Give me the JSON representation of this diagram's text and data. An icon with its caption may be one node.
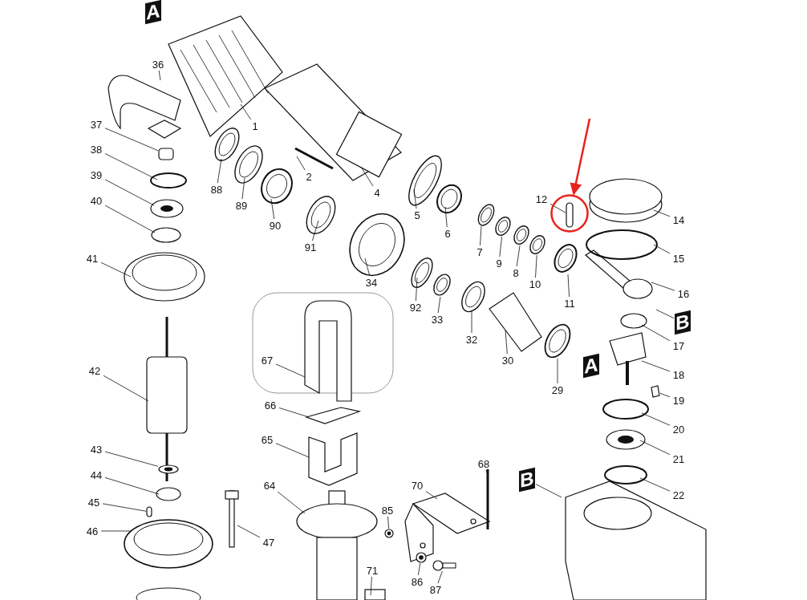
{
  "diagram": {
    "nodes": [
      {
        "text": [
          "A"
        ]
      },
      {
        "text": [
          "36"
        ]
      },
      {
        "text": [
          "1"
        ]
      },
      {
        "text": [
          "37"
        ]
      },
      {
        "text": [
          "38"
        ]
      },
      {
        "text": [
          "2"
        ]
      },
      {
        "text": [
          "88"
        ]
      },
      {
        "text": [
          "4"
        ]
      },
      {
        "text": [
          "39"
        ]
      },
      {
        "text": [
          "12"
        ]
      },
      {
        "text": [
          "89"
        ]
      },
      {
        "text": [
          "5"
        ]
      },
      {
        "text": [
          "40"
        ]
      },
      {
        "text": [
          "14"
        ]
      },
      {
        "text": [
          "90"
        ]
      },
      {
        "text": [
          "6"
        ]
      },
      {
        "text": [
          "91"
        ]
      },
      {
        "text": [
          "7"
        ]
      },
      {
        "text": [
          "9"
        ]
      },
      {
        "text": [
          "15"
        ]
      },
      {
        "text": [
          "8"
        ]
      },
      {
        "text": [
          "41"
        ]
      },
      {
        "text": [
          "34"
        ]
      },
      {
        "text": [
          "10"
        ]
      },
      {
        "text": [
          "16"
        ]
      },
      {
        "text": [
          "11"
        ]
      },
      {
        "text": [
          "92"
        ]
      },
      {
        "text": [
          "33"
        ]
      },
      {
        "text": [
          "32"
        ]
      },
      {
        "text": [
          "B"
        ]
      },
      {
        "text": [
          "17"
        ]
      },
      {
        "text": [
          "30"
        ]
      },
      {
        "text": [
          "67"
        ]
      },
      {
        "text": [
          "42"
        ]
      },
      {
        "text": [
          "A"
        ]
      },
      {
        "text": [
          "18"
        ]
      },
      {
        "text": [
          "29"
        ]
      },
      {
        "text": [
          "19"
        ]
      },
      {
        "text": [
          "66"
        ]
      },
      {
        "text": [
          "20"
        ]
      },
      {
        "text": [
          "65"
        ]
      },
      {
        "text": [
          "43"
        ]
      },
      {
        "text": [
          "21"
        ]
      },
      {
        "text": [
          "68"
        ]
      },
      {
        "text": [
          "44"
        ]
      },
      {
        "text": [
          "B"
        ]
      },
      {
        "text": [
          "70"
        ]
      },
      {
        "text": [
          "64"
        ]
      },
      {
        "text": [
          "22"
        ]
      },
      {
        "text": [
          "45"
        ]
      },
      {
        "text": [
          "85"
        ]
      },
      {
        "text": [
          "46"
        ]
      },
      {
        "text": [
          "47"
        ]
      },
      {
        "text": [
          "71"
        ]
      },
      {
        "text": [
          "86"
        ]
      },
      {
        "text": [
          "87"
        ]
      },
      {
        "text": [],
        "shape": "circle"
      },
      {
        "text": [],
        "shape": "box"
      },
      {
        "text": [],
        "shape": "ring"
      },
      {
        "text": [],
        "shape": "ring"
      },
      {
        "text": [],
        "shape": "ring"
      },
      {
        "text": [],
        "shape": "ring"
      },
      {
        "text": [],
        "shape": "box"
      },
      {
        "text": [],
        "shape": "ring"
      },
      {
        "text": [],
        "shape": "bar"
      },
      {
        "text": [],
        "shape": "ring"
      },
      {
        "text": [],
        "shape": "ring"
      },
      {
        "text": [],
        "shape": "bar"
      },
      {
        "text": [],
        "shape": "bar",
        "in": 56
      }
    ],
    "edges": [
      {
        "from": 1,
        "to": null,
        "arrow": "none"
      },
      {
        "from": 2,
        "to": null,
        "arrow": "none"
      },
      {
        "from": 3,
        "to": 57,
        "arrow": "none"
      },
      {
        "from": 4,
        "to": null,
        "arrow": "none"
      },
      {
        "from": 5,
        "to": null,
        "arrow": "none"
      },
      {
        "from": 6,
        "to": null,
        "arrow": "none"
      },
      {
        "from": 7,
        "to": null,
        "arrow": "none"
      },
      {
        "from": 8,
        "to": null,
        "arrow": "none"
      },
      {
        "from": 9,
        "to": 68,
        "arrow": "none"
      },
      {
        "from": 10,
        "to": null,
        "arrow": "none"
      },
      {
        "from": 11,
        "to": null,
        "arrow": "none"
      },
      {
        "from": 12,
        "to": null,
        "arrow": "none"
      },
      {
        "from": 13,
        "to": null,
        "arrow": "none"
      },
      {
        "from": 14,
        "to": null,
        "arrow": "none"
      },
      {
        "from": 15,
        "to": null,
        "arrow": "none"
      },
      {
        "from": 16,
        "to": null,
        "arrow": "none"
      },
      {
        "from": 17,
        "to": null,
        "arrow": "none"
      },
      {
        "from": 18,
        "to": 58,
        "arrow": "none"
      },
      {
        "from": 19,
        "to": null,
        "arrow": "none"
      },
      {
        "from": 20,
        "to": 59,
        "arrow": "none"
      },
      {
        "from": 21,
        "to": null,
        "arrow": "none"
      },
      {
        "from": 22,
        "to": null,
        "arrow": "none"
      },
      {
        "from": 23,
        "to": 60,
        "arrow": "none"
      },
      {
        "from": 24,
        "to": null,
        "arrow": "none"
      },
      {
        "from": 25,
        "to": null,
        "arrow": "none"
      },
      {
        "from": 26,
        "to": null,
        "arrow": "none"
      },
      {
        "from": 27,
        "to": 61,
        "arrow": "none"
      },
      {
        "from": 28,
        "to": null,
        "arrow": "none"
      },
      {
        "from": 29,
        "to": null,
        "arrow": "none"
      },
      {
        "from": 30,
        "to": null,
        "arrow": "none"
      },
      {
        "from": 31,
        "to": null,
        "arrow": "none"
      },
      {
        "from": 32,
        "to": null,
        "arrow": "none"
      },
      {
        "from": 33,
        "to": null,
        "arrow": "none"
      },
      {
        "from": 35,
        "to": null,
        "arrow": "none"
      },
      {
        "from": 36,
        "to": null,
        "arrow": "none"
      },
      {
        "from": 37,
        "to": 62,
        "arrow": "none"
      },
      {
        "from": 38,
        "to": null,
        "arrow": "none"
      },
      {
        "from": 39,
        "to": null,
        "arrow": "none"
      },
      {
        "from": 40,
        "to": null,
        "arrow": "none"
      },
      {
        "from": 41,
        "to": 63,
        "arrow": "none"
      },
      {
        "from": 42,
        "to": null,
        "arrow": "none"
      },
      {
        "from": 43,
        "to": null,
        "arrow": "none"
      },
      {
        "from": 44,
        "to": null,
        "arrow": "none"
      },
      {
        "from": 45,
        "to": null,
        "arrow": "none"
      },
      {
        "from": 46,
        "to": null,
        "arrow": "none"
      },
      {
        "from": 47,
        "to": null,
        "arrow": "none"
      },
      {
        "from": 48,
        "to": null,
        "arrow": "none"
      },
      {
        "from": 49,
        "to": 64,
        "arrow": "none"
      },
      {
        "from": 50,
        "to": 65,
        "arrow": "none"
      },
      {
        "from": 51,
        "to": null,
        "arrow": "none"
      },
      {
        "from": 52,
        "to": null,
        "arrow": "none"
      },
      {
        "from": 53,
        "to": null,
        "arrow": "none"
      },
      {
        "from": 54,
        "to": 66,
        "arrow": "none"
      },
      {
        "from": 55,
        "to": 67,
        "arrow": "none"
      },
      {
        "from": null,
        "to": 56,
        "arrow": "to",
        "style": "thick",
        "color": "#e8231b"
      }
    ]
  }
}
